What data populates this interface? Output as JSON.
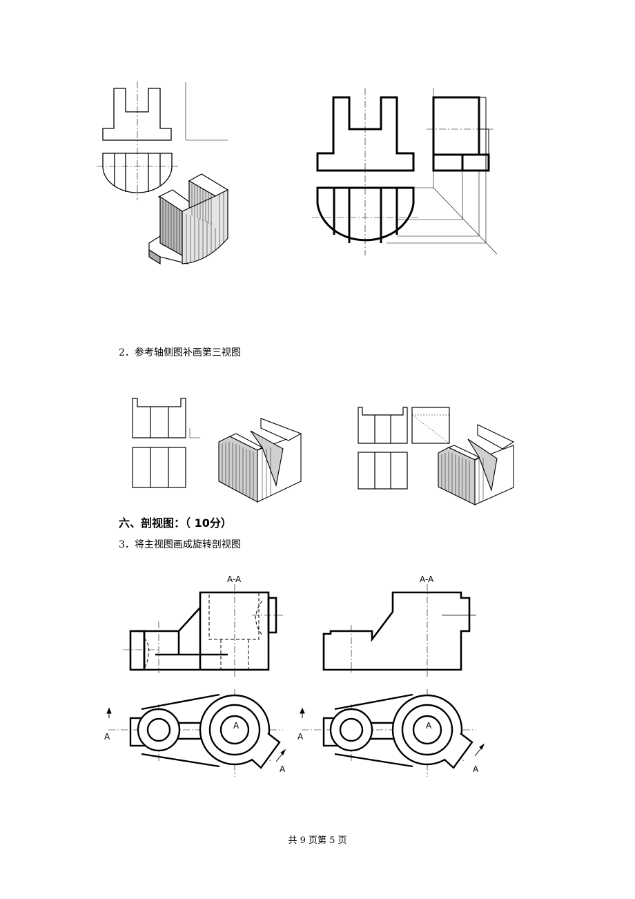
{
  "questions": {
    "q2_text": "2．参考轴侧图补画第三视图",
    "section6_text": "六、剖视图：（ 10分）",
    "q3_text": "3．将主视图画成旋转剖视图"
  },
  "labels": {
    "section_view": "A-A",
    "cut_plane": "A"
  },
  "footer": {
    "page_info": "共 9 页第 5 页"
  }
}
